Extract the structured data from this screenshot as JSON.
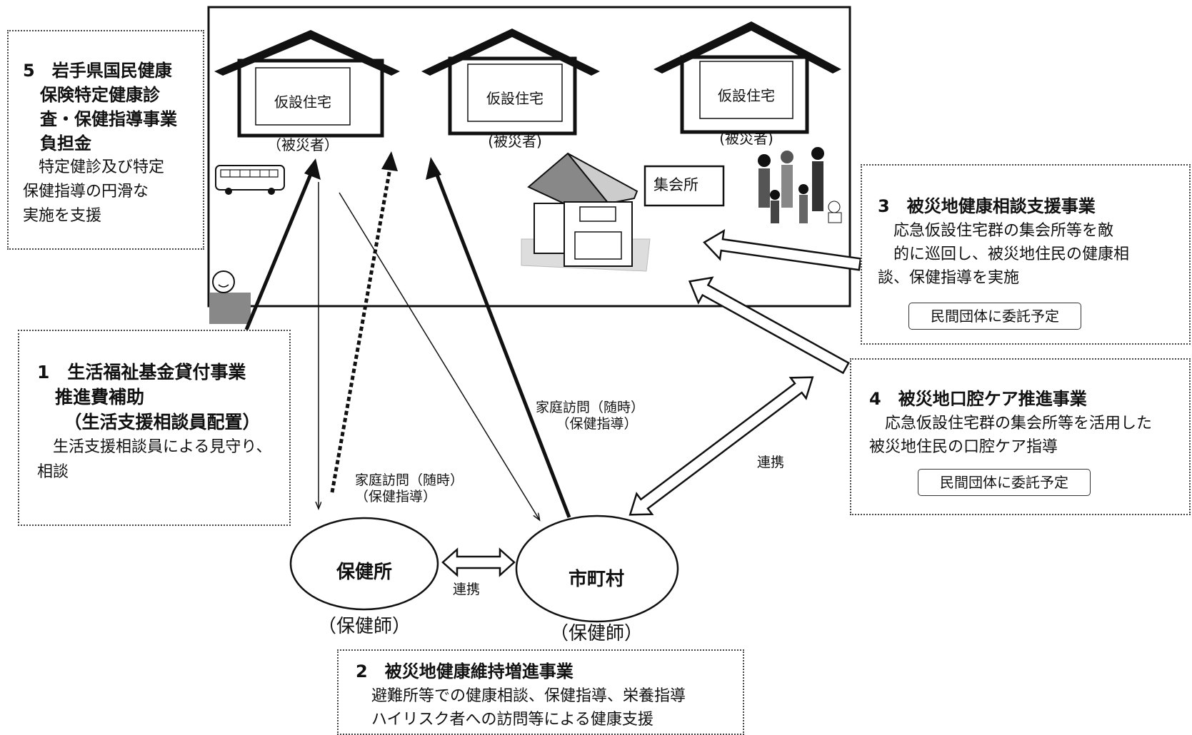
{
  "houses": [
    {
      "title": "仮設住宅",
      "sub": "（被災者）"
    },
    {
      "title": "仮設住宅",
      "sub": "(被災者)"
    },
    {
      "title": "仮設住宅",
      "sub": "(被災者)"
    }
  ],
  "assembly_hall": "集会所",
  "box1": {
    "title": "1　生活福祉基金貸付事業\n　推進費補助\n　　（生活支援相談員配置）",
    "desc": "　生活支援相談員による見守り、\n相談"
  },
  "box2": {
    "title": "2　被災地健康維持増進事業",
    "desc": "　避難所等での健康相談、保健指導、栄養指導\n　ハイリスク者への訪問等による健康支援"
  },
  "box3": {
    "title": "3　被災地健康相談支援事業",
    "desc": "　応急仮設住宅群の集会所等を敵\n　的に巡回し、被災地住民の健康相\n談、保健指導を実施",
    "badge": "民間団体に委託予定"
  },
  "box4": {
    "title": "4　被災地口腔ケア推進事業",
    "desc": "　応急仮設住宅群の集会所等を活用した\n被災地住民の口腔ケア指導",
    "badge": "民間団体に委託予定"
  },
  "box5": {
    "title": "5　岩手県国民健康\n　保険特定健康診\n　査・保健指導事業\n　負担金",
    "desc": "　特定健診及び特定\n保健指導の円滑な\n実施を支援"
  },
  "health_center": {
    "name": "保健所",
    "sub": "（保健師）"
  },
  "municipality": {
    "name": "市町村",
    "sub": "（保健師）"
  },
  "labels": {
    "home_visit_left": "家庭訪問（随時）\n（保健指導）",
    "home_visit_right": "家庭訪問（随時）\n　　（保健指導）",
    "cooperation_bottom": "連携",
    "cooperation_right": "連携"
  }
}
